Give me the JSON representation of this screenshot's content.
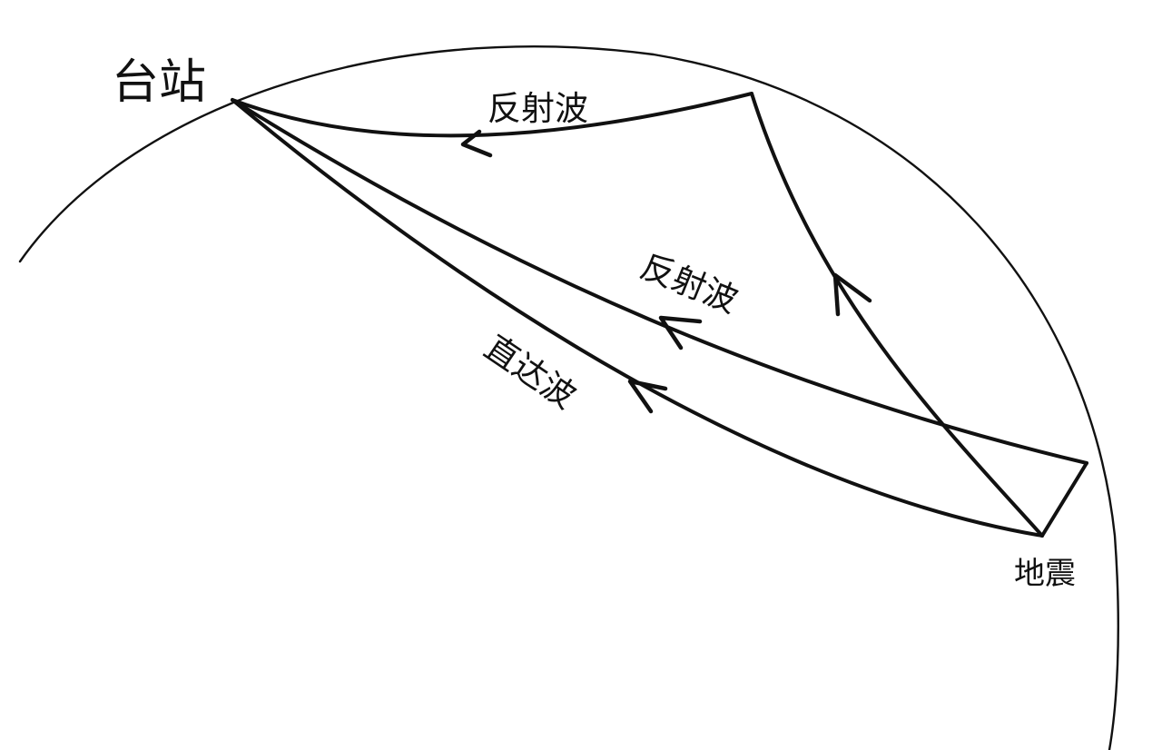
{
  "labels": {
    "station": "台站",
    "reflected_wave_top": "反射波",
    "reflected_wave_middle": "反射波",
    "direct_wave": "直达波",
    "earthquake": "地震"
  }
}
